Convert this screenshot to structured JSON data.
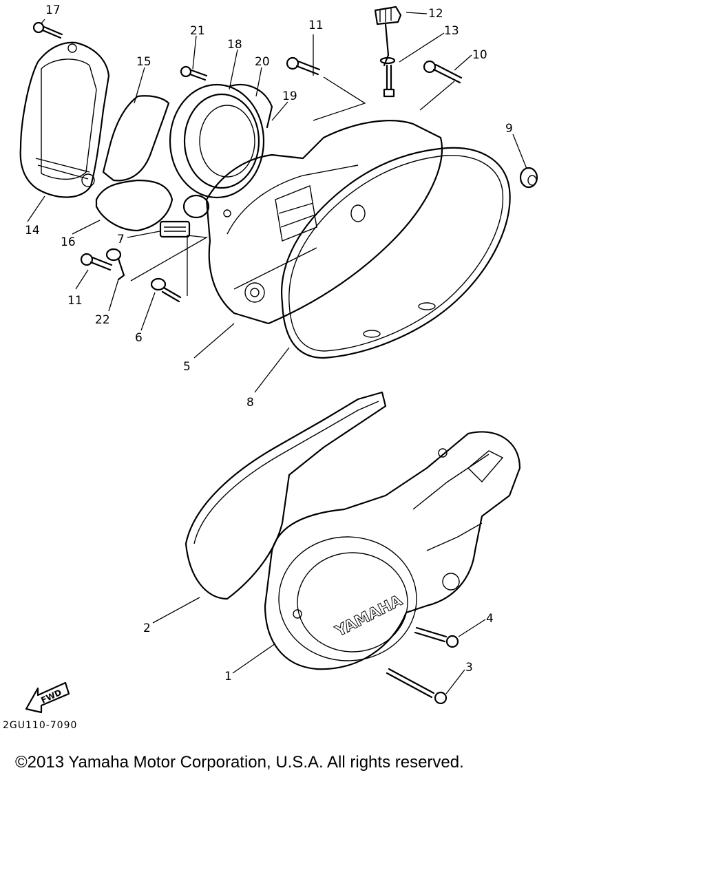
{
  "callouts": {
    "c1": "1",
    "c2": "2",
    "c3": "3",
    "c4": "4",
    "c5": "5",
    "c6": "6",
    "c7": "7",
    "c8": "8",
    "c9": "9",
    "c10": "10",
    "c11a": "11",
    "c11b": "11",
    "c12": "12",
    "c13": "13",
    "c14": "14",
    "c15": "15",
    "c16": "16",
    "c17": "17",
    "c18": "18",
    "c19": "19",
    "c20": "20",
    "c21": "21",
    "c22": "22"
  },
  "fwd_label": "FWD",
  "cover_logo": "YAMAHA",
  "drawing_code": "2GU110-7090",
  "copyright": "©2013 Yamaha Motor Corporation, U.S.A. All rights reserved."
}
